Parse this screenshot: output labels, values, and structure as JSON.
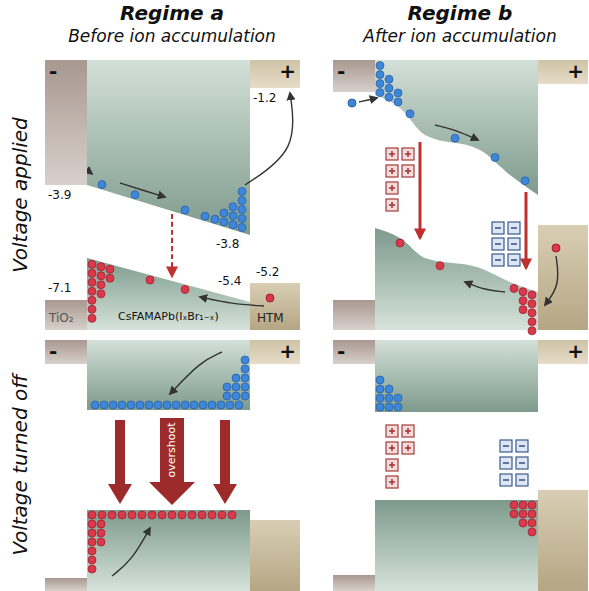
{
  "diagram": {
    "nodes": [
      {
        "text": [
          "-"
        ]
      },
      {
        "text": [
          "+"
        ]
      },
      {
        "text": [
          "-"
        ]
      },
      {
        "text": [
          "+"
        ]
      },
      {
        "text": [
          "-"
        ]
      },
      {
        "text": [
          "+"
        ]
      },
      {
        "text": [
          "-"
        ]
      },
      {
        "text": [
          "+"
        ]
      }
    ],
    "labels": [
      "Regime a",
      "Before ion accumulation",
      "Regime b",
      "After ion accumulation",
      "Voltage applied",
      "Voltage turned off",
      "-3.9",
      "-7.1",
      "-1.2",
      "-3.8",
      "-5.4",
      "-5.2",
      "TiO₂",
      "CsFAMAPb(IₓBr₁₋ₓ)",
      "HTM",
      "overshoot"
    ]
  }
}
